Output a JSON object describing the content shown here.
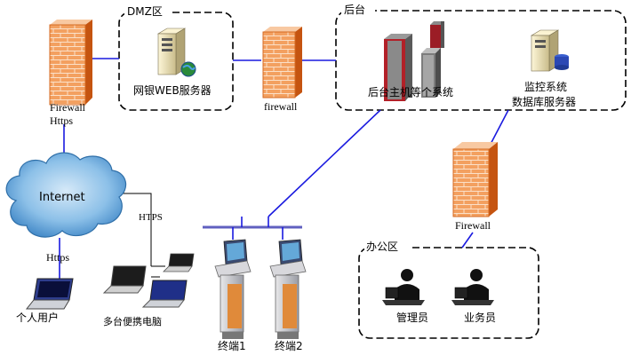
{
  "zones": {
    "dmz": "DMZ区",
    "backend": "后台",
    "office": "办公区"
  },
  "nodes": {
    "firewall_left": "Firewall",
    "firewall_mid": "firewall",
    "firewall_right": "Firewall",
    "web_server": "网银WEB服务器",
    "host_systems": "后台主机等个系统",
    "monitor_line1": "监控系统",
    "monitor_line2": "数据库服务器",
    "internet": "Internet",
    "personal_user": "个人用户",
    "laptops": "多台便携电脑",
    "terminal1": "终端1",
    "terminal2": "终端2",
    "admin": "管理员",
    "clerk": "业务员"
  },
  "links": {
    "https_top": "Https",
    "https_bottom": "Https",
    "https_laptops": "HTPS"
  },
  "colors": {
    "link": "#1a1adf",
    "zone_border": "#000000",
    "firewall_light": "#f6c39a",
    "firewall_dark": "#e56b19",
    "cloud": "#4f94cd"
  }
}
